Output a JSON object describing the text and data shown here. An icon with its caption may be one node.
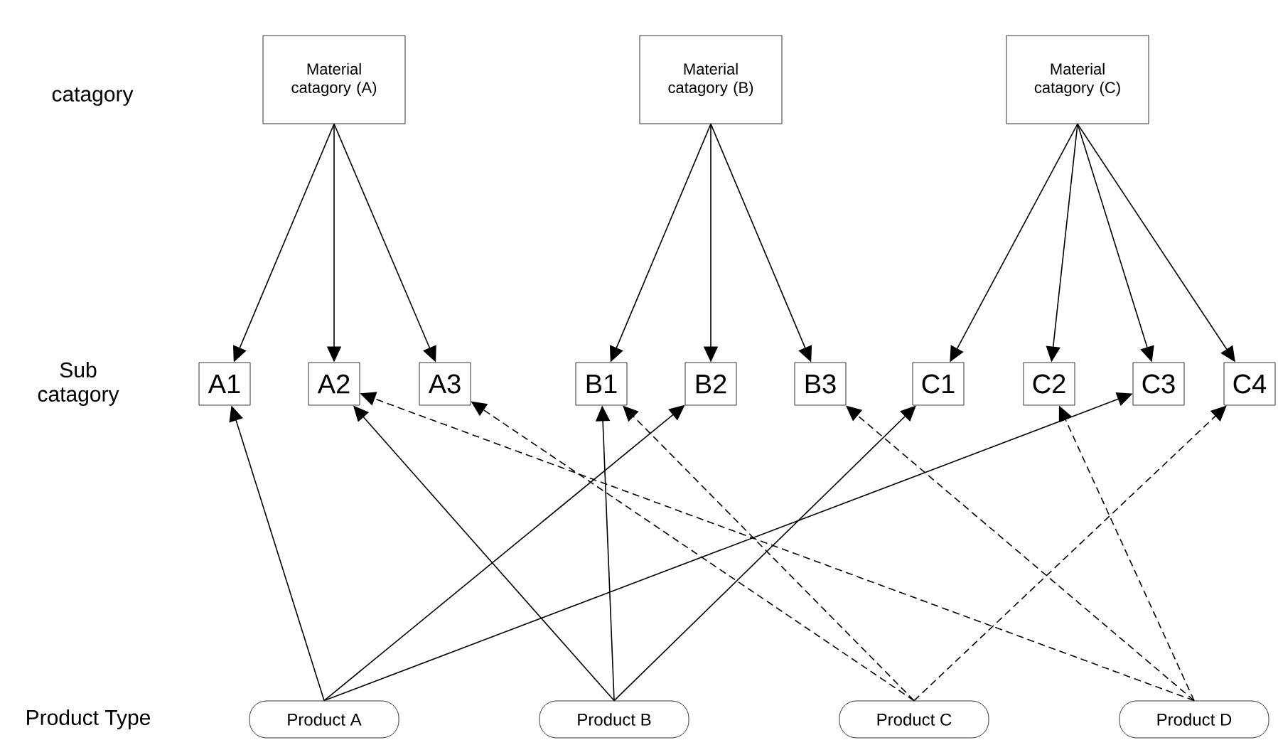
{
  "diagram": {
    "nodes": [
      {
        "text": [
          "Material catagory (A)"
        ]
      },
      {
        "text": [
          "Material catagory (B)"
        ]
      },
      {
        "text": [
          "Material catagory (C)"
        ]
      },
      {
        "text": [
          "A1"
        ]
      },
      {
        "text": [
          "A2"
        ]
      },
      {
        "text": [
          "A3"
        ]
      },
      {
        "text": [
          "B1"
        ]
      },
      {
        "text": [
          "B2"
        ]
      },
      {
        "text": [
          "B3"
        ]
      },
      {
        "text": [
          "C1"
        ]
      },
      {
        "text": [
          "C2"
        ]
      },
      {
        "text": [
          "C3"
        ]
      },
      {
        "text": [
          "C4"
        ]
      },
      {
        "text": [
          "Product  A"
        ]
      },
      {
        "text": [
          "Product  B"
        ]
      },
      {
        "text": [
          "Product  C"
        ]
      },
      {
        "text": [
          "Product  D"
        ]
      }
    ],
    "edges": [
      {
        "from": 0,
        "to": 3,
        "arrow": "to"
      },
      {
        "from": 0,
        "to": 4,
        "arrow": "to"
      },
      {
        "from": 0,
        "to": 5,
        "arrow": "to"
      },
      {
        "from": 1,
        "to": 6,
        "arrow": "to"
      },
      {
        "from": 1,
        "to": 7,
        "arrow": "to"
      },
      {
        "from": 1,
        "to": 8,
        "arrow": "to"
      },
      {
        "from": 2,
        "to": 9,
        "arrow": "to"
      },
      {
        "from": 2,
        "to": 10,
        "arrow": "to"
      },
      {
        "from": 2,
        "to": 11,
        "arrow": "to"
      },
      {
        "from": 2,
        "to": 12,
        "arrow": "to"
      },
      {
        "from": 13,
        "to": 3,
        "arrow": "to"
      },
      {
        "from": 13,
        "to": 7,
        "arrow": "to"
      },
      {
        "from": 13,
        "to": 11,
        "arrow": "to"
      },
      {
        "from": 14,
        "to": 4,
        "arrow": "to"
      },
      {
        "from": 14,
        "to": 6,
        "arrow": "to"
      },
      {
        "from": 14,
        "to": 9,
        "arrow": "to"
      },
      {
        "from": 15,
        "to": 5,
        "arrow": "to",
        "style": "dashed"
      },
      {
        "from": 15,
        "to": 6,
        "arrow": "to",
        "style": "dashed"
      },
      {
        "from": 15,
        "to": 12,
        "arrow": "to",
        "style": "dashed"
      },
      {
        "from": 16,
        "to": 4,
        "arrow": "to",
        "style": "dashed"
      },
      {
        "from": 16,
        "to": 8,
        "arrow": "to",
        "style": "dashed"
      },
      {
        "from": 16,
        "to": 10,
        "arrow": "to",
        "style": "dashed"
      }
    ],
    "labels": [
      "catagory",
      "Sub catagory",
      "Product Type"
    ]
  }
}
